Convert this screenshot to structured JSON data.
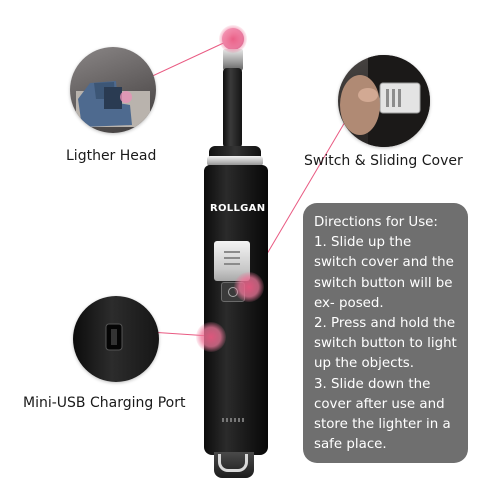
{
  "callouts": {
    "head": "Ligther Head",
    "switch": "Switch & Sliding Cover",
    "usb": "Mini-USB Charging Port"
  },
  "product": {
    "brand": "ROLLGAN"
  },
  "directions": {
    "title": "Directions for Use:",
    "steps": [
      "1. Slide up the switch cover and the switch button will be ex- posed.",
      "2. Press and hold the switch button to light up the objects.",
      "3. Slide down the cover after use and store the lighter in a safe place."
    ]
  },
  "colors": {
    "accent_pink": "#e95a82",
    "panel_gray": "#6f6f6f",
    "body_black": "#141414"
  }
}
